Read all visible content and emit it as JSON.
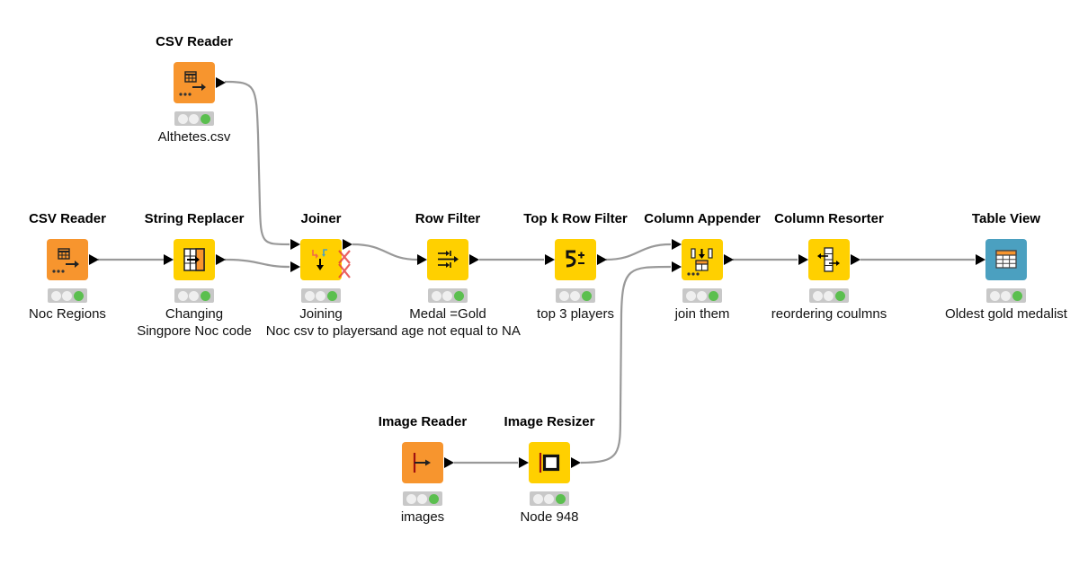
{
  "colors": {
    "source": "#f7952e",
    "manipulator": "#ffd000",
    "visualizer": "#4ba0c0",
    "status_green": "#5bbf4f",
    "wire": "#999999"
  },
  "nodes": [
    {
      "id": "csv-athletes",
      "title": "CSV Reader",
      "label": "Althetes.csv",
      "type": "source",
      "icon": "csv-reader-icon",
      "status": "executed"
    },
    {
      "id": "csv-noc",
      "title": "CSV Reader",
      "label": "Noc Regions",
      "type": "source",
      "icon": "csv-reader-icon",
      "status": "executed"
    },
    {
      "id": "string-replacer",
      "title": "String Replacer",
      "label": "Changing\nSingpore Noc code",
      "label_line1": "Changing",
      "label_line2": "Singpore Noc code",
      "type": "manipulator",
      "icon": "string-replacer-icon",
      "status": "executed"
    },
    {
      "id": "joiner",
      "title": "Joiner",
      "label_line1": "Joining",
      "label_line2": "Noc csv to players",
      "type": "manipulator",
      "icon": "joiner-icon",
      "status": "executed"
    },
    {
      "id": "row-filter",
      "title": "Row Filter",
      "label_line1": "Medal =Gold",
      "label_line2": "and age not equal to NA",
      "type": "manipulator",
      "icon": "row-filter-icon",
      "status": "executed"
    },
    {
      "id": "topk-filter",
      "title": "Top k Row Filter",
      "label_line1": "top 3 players",
      "type": "manipulator",
      "icon": "topk-filter-icon",
      "status": "executed"
    },
    {
      "id": "column-appender",
      "title": "Column Appender",
      "label_line1": "join them",
      "type": "manipulator",
      "icon": "column-appender-icon",
      "status": "executed"
    },
    {
      "id": "column-resorter",
      "title": "Column Resorter",
      "label_line1": "reordering coulmns",
      "type": "manipulator",
      "icon": "column-resorter-icon",
      "status": "executed"
    },
    {
      "id": "table-view",
      "title": "Table View",
      "label_line1": "Oldest gold medalist",
      "type": "visualizer",
      "icon": "table-view-icon",
      "status": "executed"
    },
    {
      "id": "image-reader",
      "title": "Image Reader",
      "label_line1": "images",
      "type": "source",
      "icon": "image-reader-icon",
      "status": "executed"
    },
    {
      "id": "image-resizer",
      "title": "Image Resizer",
      "label_line1": "Node 948",
      "type": "manipulator",
      "icon": "image-resizer-icon",
      "status": "executed"
    }
  ],
  "connections": [
    {
      "from": "csv-noc",
      "to": "string-replacer"
    },
    {
      "from": "csv-athletes",
      "to": "joiner",
      "port": 1
    },
    {
      "from": "string-replacer",
      "to": "joiner",
      "port": 2
    },
    {
      "from": "joiner",
      "to": "row-filter"
    },
    {
      "from": "row-filter",
      "to": "topk-filter"
    },
    {
      "from": "topk-filter",
      "to": "column-appender",
      "port": 1
    },
    {
      "from": "image-resizer",
      "to": "column-appender",
      "port": 2
    },
    {
      "from": "column-appender",
      "to": "column-resorter"
    },
    {
      "from": "column-resorter",
      "to": "table-view"
    },
    {
      "from": "image-reader",
      "to": "image-resizer"
    }
  ]
}
